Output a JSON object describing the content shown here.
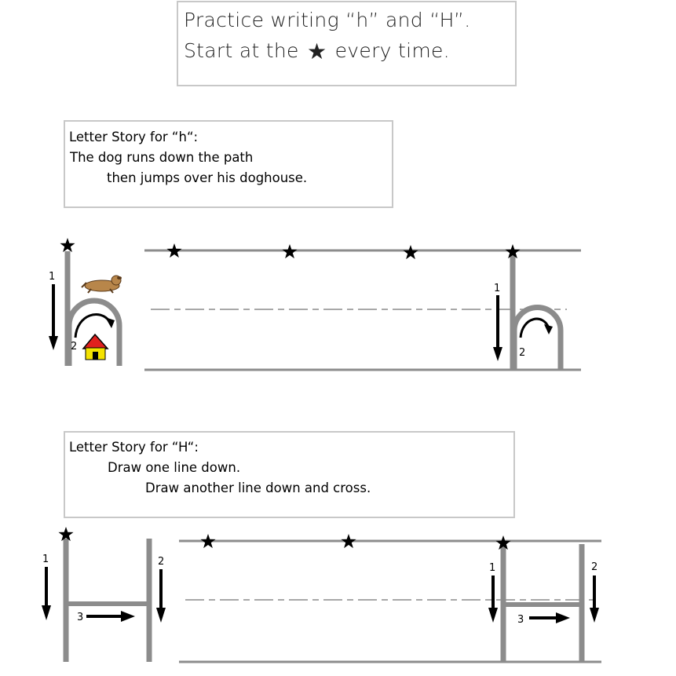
{
  "instructions": {
    "line1": "Practice writing “h” and “H”.",
    "line2_before_star": "Start at the",
    "star_glyph": "★",
    "line2_after_star": "every time."
  },
  "story_h": {
    "heading": "Letter Story for “h“:",
    "line1": "The dog runs down the path",
    "line2": "then jumps over his doghouse."
  },
  "story_H": {
    "heading": "Letter Story for “H“:",
    "line1": "Draw one line down.",
    "line2": "Draw another line down and cross."
  },
  "stroke_numbers": {
    "h": [
      "1",
      "2"
    ],
    "H": [
      "1",
      "2",
      "3"
    ]
  },
  "colors": {
    "letter_gray": "#8c8c8c",
    "guide_line": "#8c8c8c",
    "doghouse_roof": "#e0201e",
    "doghouse_body": "#f4e200",
    "dog": "#b8864a"
  }
}
